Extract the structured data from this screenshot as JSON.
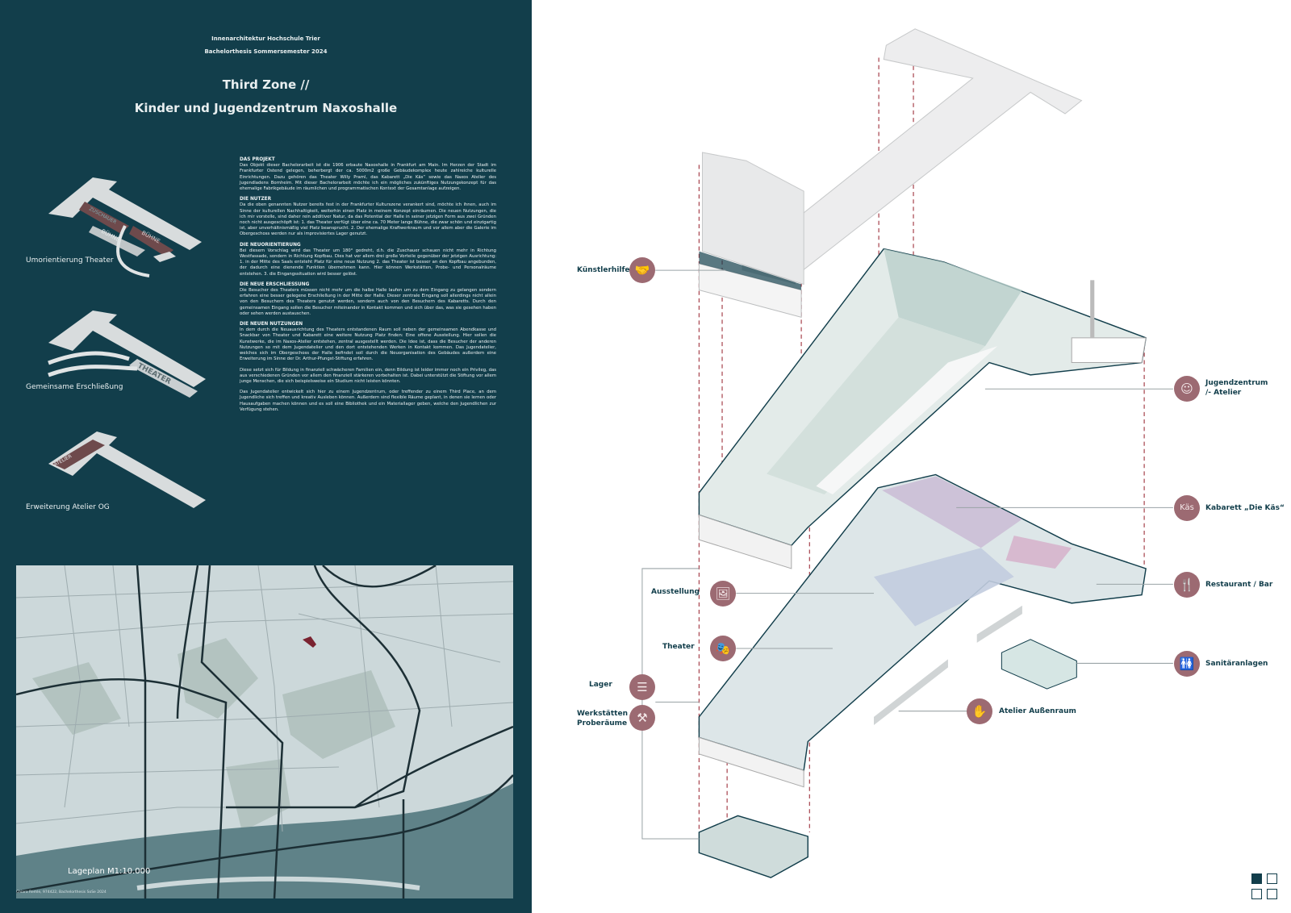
{
  "header": {
    "institution": "Innenarchitektur Hochschule Trier",
    "semester": "Bachelorthesis Sommersemester 2024",
    "title_line1": "Third Zone //",
    "title_line2": "Kinder und Jugendzentrum Naxoshalle"
  },
  "diagrams": [
    {
      "label": "Umorientierung Theater",
      "tags": [
        "ZUSCHAUER",
        "BÜHNE",
        "BÜHNE"
      ]
    },
    {
      "label": "Gemeinsame Erschließung",
      "tags": [
        "THEATER"
      ]
    },
    {
      "label": "Erweiterung Atelier OG",
      "tags": [
        "ATELIER"
      ]
    }
  ],
  "text": [
    {
      "heading": "DAS PROJEKT",
      "body": "Das Objekt dieser Bachelorarbeit ist die 1906 erbaute Naxoshalle in Frankfurt am Main. Im Herzen der Stadt im Frankfurter Ostend gelegen, beherbergt der ca. 5000m2 große Gebäudekomplex heute zahlreiche kulturelle Einrichtungen. Dazu gehören das Theater Willy Praml, das Kabarett „Die Käs“ sowie das Naxos Atelier des Jugendladens Bornheim. Mit dieser Bachelorarbeit möchte ich ein mögliches zukünftiges Nutzungskonzept für das ehemalige Fabrikgebäude im räumlichen und programmatischen Kontext der Gesamtanlage aufzeigen."
    },
    {
      "heading": "DIE NUTZER",
      "body": "Da die oben genannten Nutzer bereits fest in der Frankfurter Kulturszene verankert sind, möchte ich ihnen, auch im Sinne der kulturellen Nachhaltigkeit, weiterhin einen Platz in meinem Konzept einräumen. Die neuen Nutzungen, die ich mir vorstelle, sind daher rein additiver Natur, da das Potential der Halle in seiner jetzigen Form aus zwei Gründen noch nicht ausgeschöpft ist: 1. das Theater verfügt über eine ca. 70 Meter lange Bühne, die zwar schön und einzigartig ist, aber unverhältnismäßig viel Platz beansprucht. 2. Der ehemalige Kraftwerkraum und vor allem aber die Galerie im Obergeschoss werden nur als improvisiertes Lager genutzt."
    },
    {
      "heading": "DIE NEUORIENTIERUNG",
      "body": "Bei diesem Vorschlag wird das Theater um 180° gedreht, d.h. die Zuschauer schauen nicht mehr in Richtung Westfassade, sondern in Richtung Kopfbau. Dies hat vor allem drei große Vorteile gegenüber der jetzigen Ausrichtung: 1. in der Mitte des Saals entsteht Platz für eine neue Nutzung 2. das Theater ist besser an den Kopfbau angebunden, der dadurch eine dienende Funktion übernehmen kann. Hier können Werkstätten, Probe- und Personalräume entstehen. 3. die Eingangssituation wird besser gelöst."
    },
    {
      "heading": "DIE NEUE ERSCHLIESSUNG",
      "body": "Die Besucher des Theaters müssen nicht mehr um die halbe Halle laufen um zu dem Eingang zu gelangen sondern erfahren eine besser gelegene Erschließung in der Mitte der Halle. Dieser zentrale Eingang soll allerdings nicht allein von den Besuchern des Theaters genutzt werden, sondern auch von den Besuchern des Kabaretts. Durch den gemeinsamen Eingang sollen die Besucher miteinander in Kontakt kommen und sich über das, was sie gesehen haben oder sehen werden austauschen."
    },
    {
      "heading": "DIE NEUEN NUTZUNGEN",
      "body": "In dem durch die Neuausrichtung des Theaters entstandenen Raum soll neben der gemeinsamen Abendkasse und Snackbar von Theater und Kabarett eine weitere Nutzung Platz finden: Eine offene Ausstellung. Hier sollen die Kunstwerke, die im Naxos-Atelier entstehen, zentral ausgestellt werden. Die Idee ist, dass die Besucher der anderen Nutzungen so mit dem Jugendatelier und den dort entstehenden Werken in Kontakt kommen. Das Jugendatelier, welches sich im Obergeschoss der Halle befindet soll durch die Neuorganisation des Gebäudes außerdem eine Erweiterung im Sinne der Dr. Arthur-Pfungst-Stiftung erfahren."
    },
    {
      "heading": "",
      "body": "Diese setzt sich für Bildung in finanziell schwächeren Familien ein, denn Bildung ist leider immer noch ein Privileg, das aus verschiedenen Gründen vor allem den finanziell stärkeren vorbehalten ist. Dabei unterstützt die Stiftung vor allem junge Menschen, die sich beispielsweise ein Studium nicht leisten könnten."
    },
    {
      "heading": "",
      "body": "Das Jugendatelier entwickelt sich hier zu einem Jugendzentrum, oder treffender zu einem Third Place, an dem Jugendliche sich treffen und kreativ Ausleben können. Außerdem sind flexible Räume geplant, in denen sie lernen oder Hausaufgaben machen können und es soll eine Bibliothek und ein Materiallager geben, welche den Jugendlichen zur Verfügung stehen."
    }
  ],
  "map": {
    "label": "Lageplan M1:10.000",
    "credit": "Chiara Remle, 974422, Bachelorthesis SoSe 2024"
  },
  "labels": {
    "kuenstlerhilfe": "Künstlerhilfe",
    "jugendzentrum_1": "Jugendzentrum",
    "jugendzentrum_2": "/- Atelier",
    "kabarett": "Kabarett „Die Käs“",
    "restaurant": "Restaurant / Bar",
    "sanitaer": "Sanitäranlagen",
    "ausstellung": "Ausstellung",
    "theater": "Theater",
    "lager": "Lager",
    "werkstaetten_1": "Werkstätten",
    "werkstaetten_2": "Proberäume",
    "atelier_aussen": "Atelier Außenraum"
  },
  "colors": {
    "panel": "#123e4b",
    "accent": "#9c6a72",
    "dashed": "#a8454f"
  }
}
